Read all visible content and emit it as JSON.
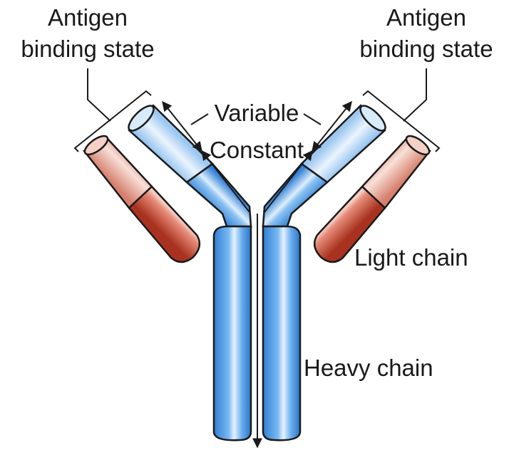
{
  "labels": {
    "antigen_left_line1": "Antigen",
    "antigen_left_line2": "binding state",
    "antigen_right_line1": "Antigen",
    "antigen_right_line2": "binding state",
    "variable": "Variable",
    "constant": "Constant",
    "light_chain": "Light chain",
    "heavy_chain": "Heavy chain"
  },
  "colors": {
    "heavy_chain": "#3d8fe0",
    "variable_region": "#a9cff4",
    "light_chain_constant": "#c8452f",
    "light_chain_variable": "#e6998a",
    "outline": "#1a1a1a"
  }
}
